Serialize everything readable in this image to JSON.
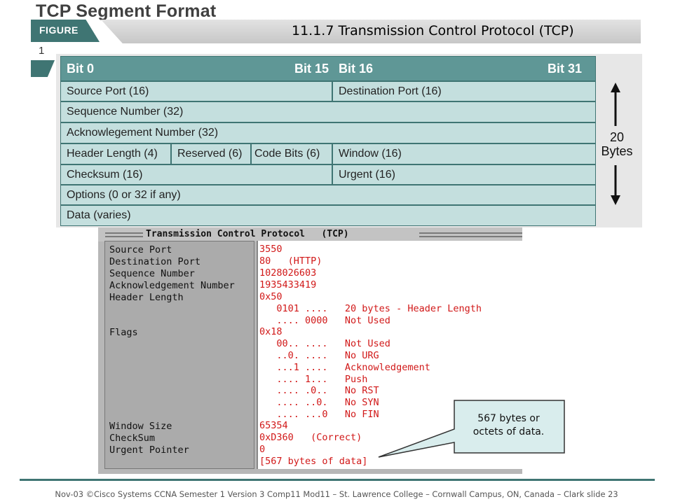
{
  "figure": {
    "title": "TCP Segment Format",
    "label": "FIGURE",
    "number": "1"
  },
  "slide_heading": "11.1.7  Transmission Control Protocol (TCP)",
  "segment": {
    "header": {
      "bit0": "Bit 0",
      "bit15": "Bit 15",
      "bit16": "Bit 16",
      "bit31": "Bit 31"
    },
    "rows": {
      "source_port": "Source Port (16)",
      "destination_port": "Destination Port (16)",
      "sequence_number": "Sequence Number (32)",
      "ack_number": "Acknowlegement Number (32)",
      "header_length": "Header Length (4)",
      "reserved": "Reserved (6)",
      "code_bits": "Code Bits (6)",
      "window": "Window (16)",
      "checksum": "Checksum (16)",
      "urgent": "Urgent (16)",
      "options": "Options (0 or 32 if any)",
      "data": "Data (varies)"
    },
    "size_label_line1": "20",
    "size_label_line2": "Bytes"
  },
  "capture": {
    "title": "Transmission Control Protocol   (TCP)",
    "fields": [
      "Source Port",
      "Destination Port",
      "Sequence Number",
      "Acknowledgement Number",
      "Header Length",
      "Flags",
      "Window Size",
      "CheckSum",
      "Urgent Pointer"
    ],
    "values": [
      "3550",
      "80   (HTTP)",
      "1028026603",
      "1935433419",
      "0x50",
      "   0101 ....   20 bytes - Header Length",
      "   .... 0000   Not Used",
      "0x18",
      "   00.. ....   Not Used",
      "   ..0. ....   No URG",
      "   ...1 ....   Acknowledgement",
      "   .... 1...   Push",
      "   .... .0..   No RST",
      "   .... ..0.   No SYN",
      "   .... ...0   No FIN",
      "65354",
      "0xD360   (Correct)",
      "0",
      "[567 bytes of data]"
    ]
  },
  "callout": {
    "line1": "567 bytes or",
    "line2": "octets of data."
  },
  "footer": "Nov-03 ©Cisco Systems CCNA Semester 1 Version 3 Comp11 Mod11 – St. Lawrence College – Cornwall Campus, ON, Canada – Clark slide 23",
  "colors": {
    "teal_dark": "#3f7573",
    "teal_header": "#5f9796",
    "teal_light": "#c4dfde",
    "capture_value_red": "#d11818"
  }
}
